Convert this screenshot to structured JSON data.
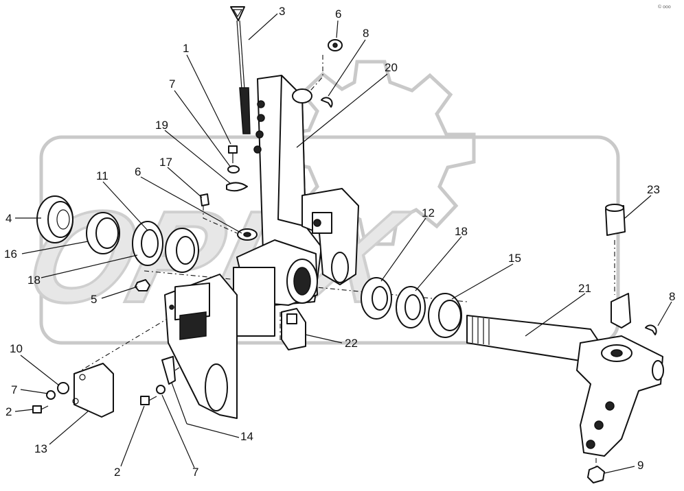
{
  "diagram": {
    "watermark": "OPEX",
    "corner_mark": "© ooo",
    "callouts": [
      {
        "id": "c3",
        "label": "3"
      },
      {
        "id": "c6a",
        "label": "6"
      },
      {
        "id": "c8a",
        "label": "8"
      },
      {
        "id": "c1",
        "label": "1"
      },
      {
        "id": "c20",
        "label": "20"
      },
      {
        "id": "c7a",
        "label": "7"
      },
      {
        "id": "c19",
        "label": "19"
      },
      {
        "id": "c17",
        "label": "17"
      },
      {
        "id": "c11",
        "label": "11"
      },
      {
        "id": "c6b",
        "label": "6"
      },
      {
        "id": "c23",
        "label": "23"
      },
      {
        "id": "c4",
        "label": "4"
      },
      {
        "id": "c12",
        "label": "12"
      },
      {
        "id": "c18a",
        "label": "18"
      },
      {
        "id": "c16",
        "label": "16"
      },
      {
        "id": "c15",
        "label": "15"
      },
      {
        "id": "c18b",
        "label": "18"
      },
      {
        "id": "c21",
        "label": "21"
      },
      {
        "id": "c5",
        "label": "5"
      },
      {
        "id": "c8b",
        "label": "8"
      },
      {
        "id": "c22",
        "label": "22"
      },
      {
        "id": "c10",
        "label": "10"
      },
      {
        "id": "c7b",
        "label": "7"
      },
      {
        "id": "c2a",
        "label": "2"
      },
      {
        "id": "c13",
        "label": "13"
      },
      {
        "id": "c14",
        "label": "14"
      },
      {
        "id": "c9",
        "label": "9"
      },
      {
        "id": "c2b",
        "label": "2"
      },
      {
        "id": "c7c",
        "label": "7"
      }
    ]
  }
}
